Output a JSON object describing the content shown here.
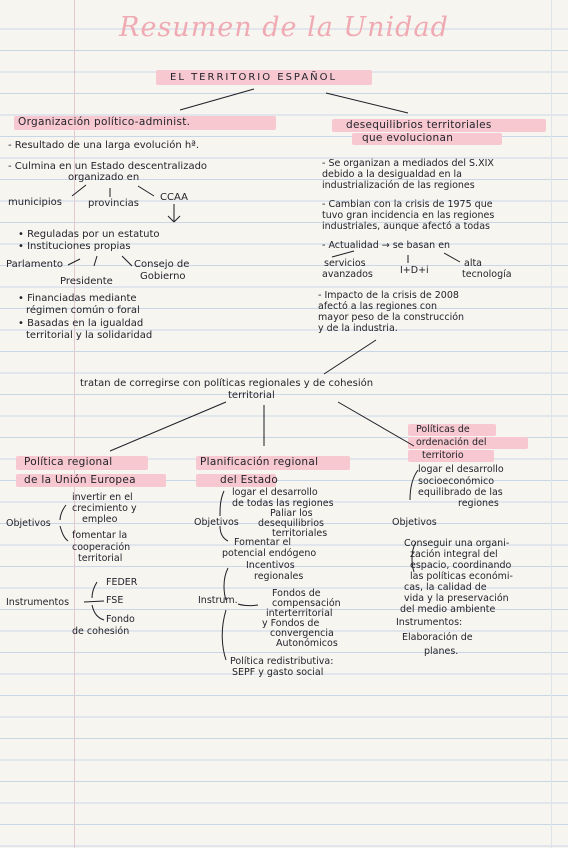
{
  "title": "Resumen de la Unidad",
  "main_heading": "EL TERRITORIO ESPAÑOL",
  "left": {
    "heading": "Organización político-administ.",
    "items": [
      "- Resultado de una larga evolución hª.",
      "- Culmina en un Estado descentralizado",
      "organizado en"
    ],
    "units": [
      "municipios",
      "provincias",
      "CCAA"
    ],
    "ccaa_items": [
      "• Reguladas por un estatuto",
      "• Instituciones propias"
    ],
    "institutions": [
      "Parlamento",
      "Presidente",
      "Consejo de",
      "Gobierno"
    ],
    "finance": [
      "• Financiadas mediante",
      "régimen común o foral",
      "• Basadas en la igualdad",
      "territorial y la solidaridad"
    ]
  },
  "right": {
    "heading_1": "desequilibrios territoriales",
    "heading_2": "que evolucionan",
    "items": [
      "- Se organizan a mediados del S.XIX",
      "debido a la desigualdad en la",
      "industrialización de las regiones",
      "- Cambian con la crisis de 1975 que",
      "tuvo gran incidencia en las regiones",
      "industriales, aunque afectó a todas",
      "- Actualidad → se basan en"
    ],
    "basis": [
      "servicios",
      "avanzados",
      "I+D+i",
      "alta",
      "tecnología"
    ],
    "crisis": [
      "- Impacto de la crisis de 2008",
      "afectó a las regiones con",
      "mayor peso de la construcción",
      "y de la industria."
    ]
  },
  "middle": {
    "line_1": "tratan de corregirse con políticas regionales y de cohesión",
    "line_2": "territorial"
  },
  "eu": {
    "heading_1": "Política regional",
    "heading_2": "de la Unión Europea",
    "objetivos_label": "Objetivos",
    "objetivos": [
      "invertir en el",
      "crecimiento y",
      "empleo",
      "fomentar la",
      "cooperación",
      "territorial"
    ],
    "instrumentos_label": "Instrumentos",
    "instrumentos": [
      "FEDER",
      "FSE",
      "Fondo",
      "de cohesión"
    ]
  },
  "state": {
    "heading_1": "Planificación regional",
    "heading_2": "del Estado",
    "objetivos_label": "Objetivos",
    "objetivos": [
      "logar el desarrollo",
      "de todas las regiones",
      "Paliar los",
      "desequilibrios",
      "territoriales",
      "Fomentar el",
      "potencial endógeno"
    ],
    "instrum_label": "Instrum.",
    "instrumentos": [
      "Incentivos",
      "regionales",
      "Fondos de",
      "compensación",
      "interterritorial",
      "y Fondos de",
      "convergencia",
      "Autonómicos",
      "Política redistributiva:",
      "SEPF y gasto social"
    ]
  },
  "policies": {
    "heading_1": "Políticas de",
    "heading_2": "ordenación del",
    "heading_3": "territorio",
    "goal": [
      "logar el desarrollo",
      "socioeconómico",
      "equilibrado de las",
      "regiones"
    ],
    "objetivos_label": "Objetivos",
    "objetivos": [
      "Conseguir una organi-",
      "zación integral del",
      "espacio, coordinando",
      "las políticas económi-",
      "cas, la calidad de",
      "vida y la preservación",
      "del medio ambiente"
    ],
    "instrumentos_label": "Instrumentos:",
    "instrumentos": [
      "Elaboración de",
      "planes."
    ]
  }
}
